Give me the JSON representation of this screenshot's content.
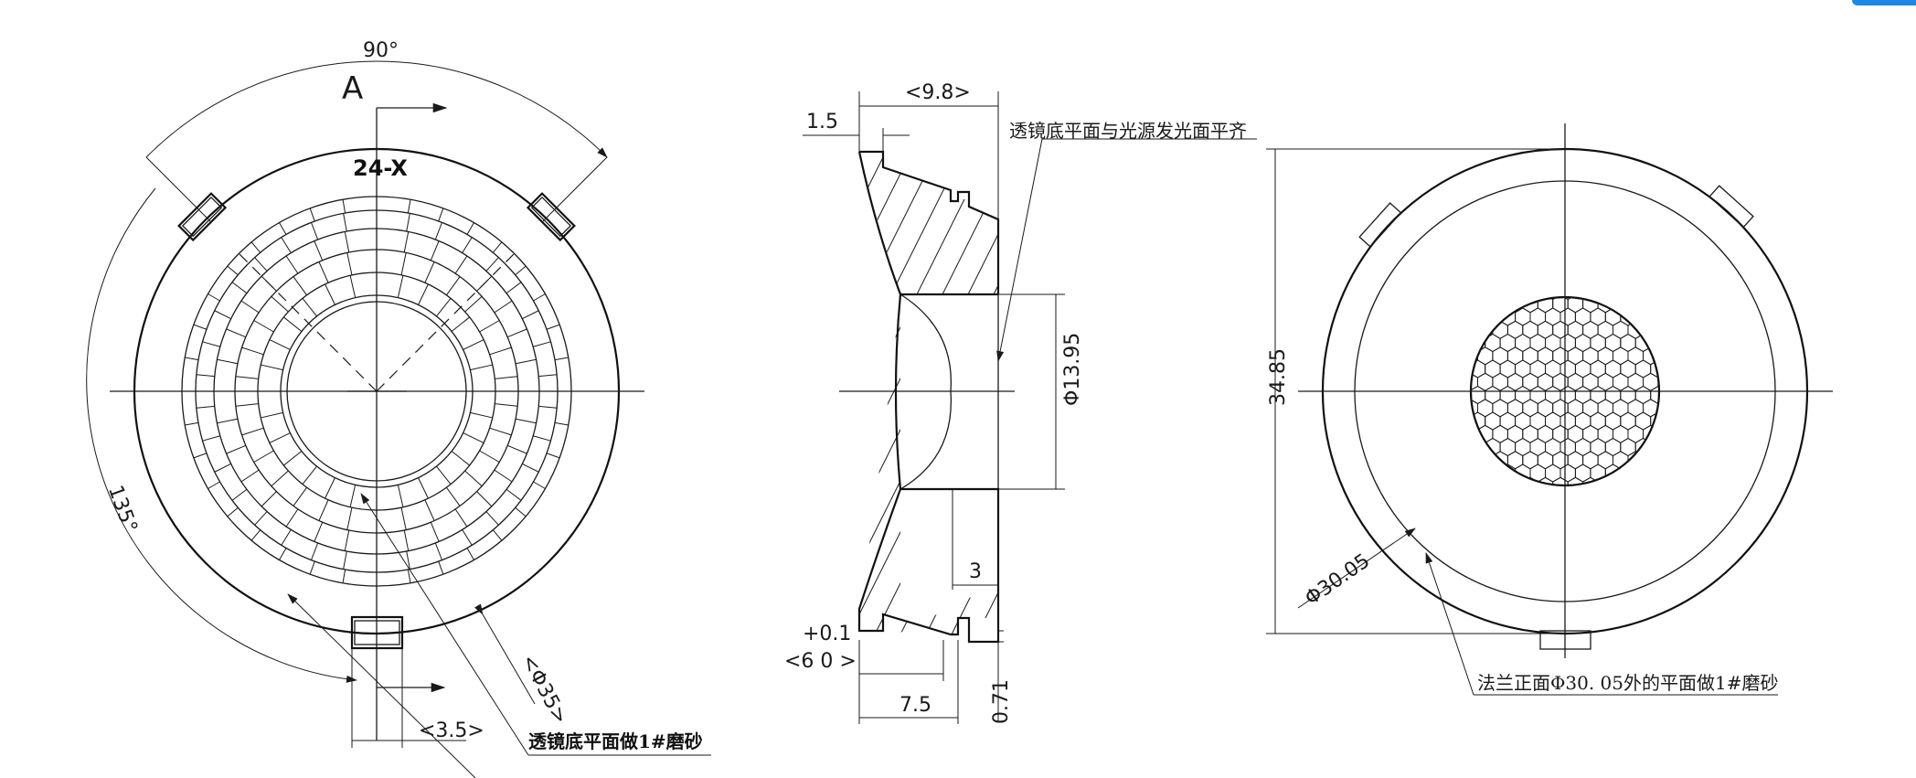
{
  "drawing": {
    "front_view": {
      "angle_top": "90°",
      "angle_left": "135°",
      "section_mark": "A",
      "model_label": "24-X",
      "diameter_outer": "<Φ35>",
      "tab_width": "<3.5>",
      "note": "透镜底平面做1#磨砂"
    },
    "section_view": {
      "flange_thickness": "1.5",
      "overall_width": "<9.8>",
      "lens_diameter": "Φ13.95",
      "height_3": "3",
      "tolerance": "+0.1",
      "depth_6": "<6 0 >",
      "base_7_5": "7.5",
      "gap_0_71": "0.71",
      "note": "透镜底平面与光源发光面平齐"
    },
    "rear_view": {
      "height": "34.85",
      "diameter_30": "Φ30.05",
      "note": "法兰正面Φ30. 05外的平面做1#磨砂"
    }
  },
  "colors": {
    "line": "#1a1a1a",
    "accent": "#1e88e5"
  }
}
